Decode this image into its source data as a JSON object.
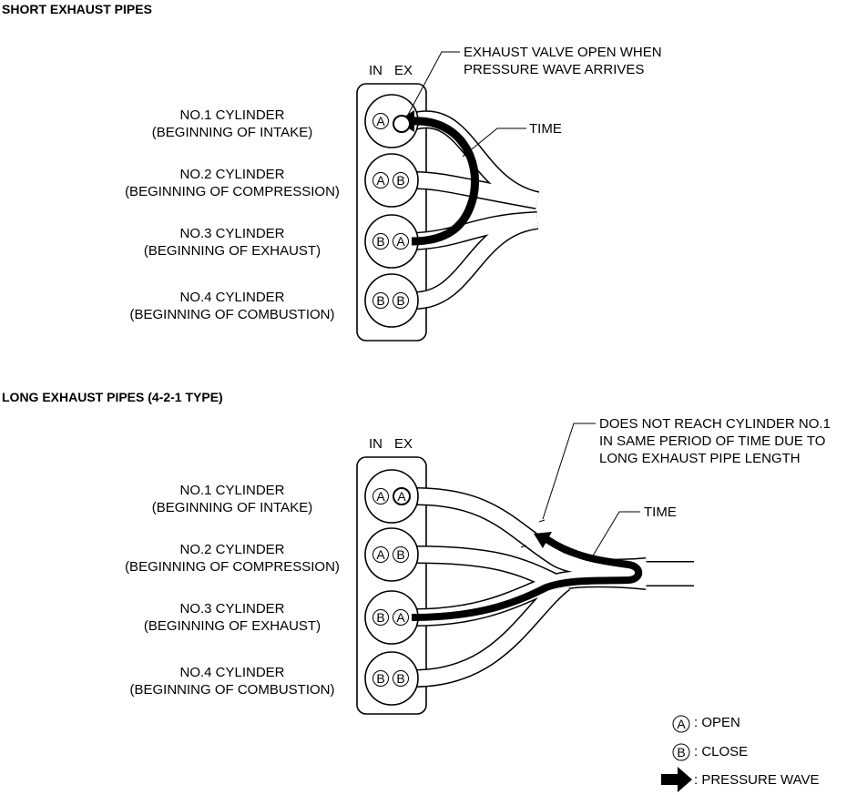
{
  "short": {
    "title": "SHORT EXHAUST PIPES",
    "col_in": "IN",
    "col_ex": "EX",
    "callout": [
      "EXHAUST VALVE OPEN WHEN",
      "PRESSURE WAVE ARRIVES"
    ],
    "time": "TIME",
    "cylinders": [
      {
        "name": "NO.1 CYLINDER",
        "phase": "(BEGINNING OF INTAKE)",
        "in": "A",
        "ex": ""
      },
      {
        "name": "NO.2 CYLINDER",
        "phase": "(BEGINNING OF COMPRESSION)",
        "in": "A",
        "ex": "B"
      },
      {
        "name": "NO.3 CYLINDER",
        "phase": "(BEGINNING OF EXHAUST)",
        "in": "B",
        "ex": "A"
      },
      {
        "name": "NO.4 CYLINDER",
        "phase": "(BEGINNING OF COMBUSTION)",
        "in": "B",
        "ex": "B"
      }
    ]
  },
  "long": {
    "title": "LONG EXHAUST PIPES (4-2-1 TYPE)",
    "col_in": "IN",
    "col_ex": "EX",
    "callout": [
      "DOES NOT REACH CYLINDER NO.1",
      "IN SAME PERIOD OF TIME DUE TO",
      "LONG EXHAUST PIPE LENGTH"
    ],
    "time": "TIME",
    "cylinders": [
      {
        "name": "NO.1 CYLINDER",
        "phase": "(BEGINNING OF INTAKE)",
        "in": "A",
        "ex": "A"
      },
      {
        "name": "NO.2 CYLINDER",
        "phase": "(BEGINNING OF COMPRESSION)",
        "in": "A",
        "ex": "B"
      },
      {
        "name": "NO.3 CYLINDER",
        "phase": "(BEGINNING OF EXHAUST)",
        "in": "B",
        "ex": "A"
      },
      {
        "name": "NO.4 CYLINDER",
        "phase": "(BEGINNING OF COMBUSTION)",
        "in": "B",
        "ex": "B"
      }
    ]
  },
  "legend": {
    "open_symbol": "A",
    "open_label": ": OPEN",
    "close_symbol": "B",
    "close_label": ": CLOSE",
    "wave_label": ": PRESSURE WAVE"
  }
}
